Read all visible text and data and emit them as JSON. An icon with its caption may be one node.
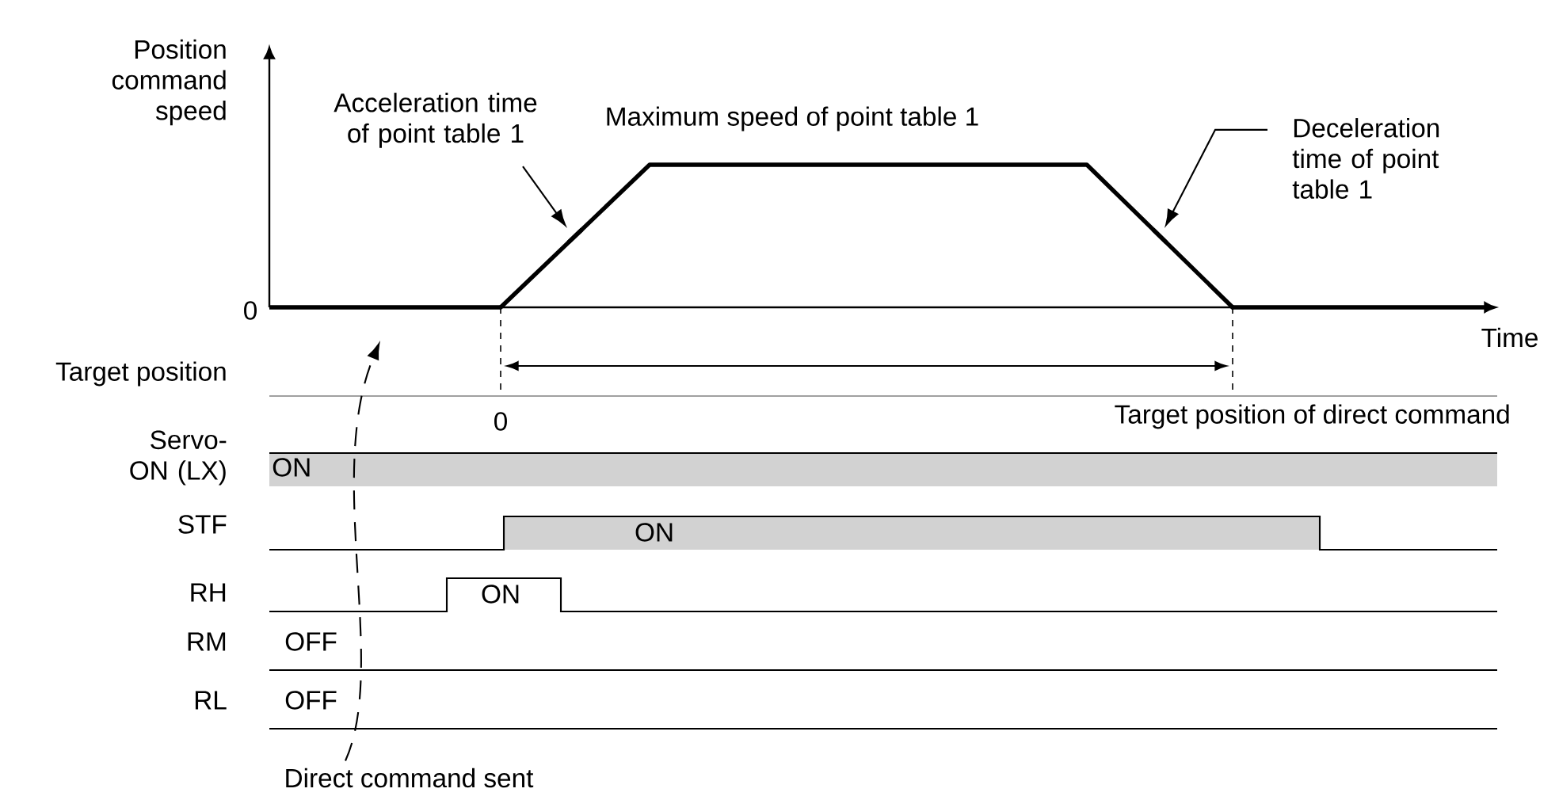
{
  "diagram": {
    "nodes": [
      {
        "text": [
          "Acceleration time of point table 1"
        ]
      },
      {
        "text": [
          "Deceleration time of point table 1"
        ]
      },
      {
        "text": [
          "Direct command sent"
        ]
      },
      {
        "text": [],
        "shape": "line"
      },
      {
        "text": [],
        "shape": "line"
      },
      {
        "text": [],
        "shape": "line"
      }
    ],
    "edges": [
      {
        "from": 0,
        "to": 4,
        "arrow": "to"
      },
      {
        "from": 1,
        "to": 5,
        "arrow": "to"
      },
      {
        "from": 2,
        "to": 3,
        "arrow": "to",
        "style": "dashed"
      }
    ],
    "labels": [
      "Position command speed",
      "Maximum speed of point table 1",
      "0",
      "Time",
      "Target position",
      "0",
      "Target position of direct command",
      "Servo-ON (LX)",
      "ON",
      "STF",
      "ON",
      "RH",
      "ON",
      "RM",
      "OFF",
      "RL",
      "OFF"
    ]
  }
}
